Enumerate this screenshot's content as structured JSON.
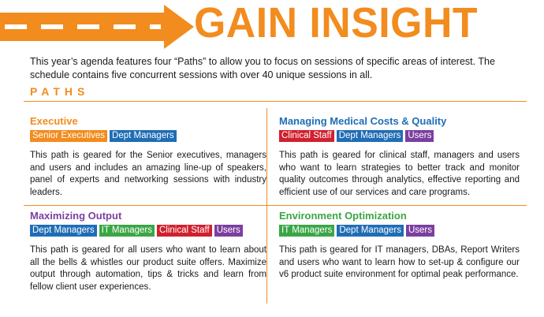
{
  "header": {
    "title": "GAIN INSIGHT",
    "arrow_color": "#f28c1e"
  },
  "intro": "This year’s agenda features four “Paths” to allow you to focus on sessions of specific areas of interest. The schedule contains five concurrent sessions with over 40 unique sessions in all.",
  "paths_label": "PATHS",
  "colors": {
    "orange": "#f28c1e",
    "blue": "#1f6db5",
    "red": "#d0202e",
    "purple": "#7b3fa0",
    "green": "#3aa645"
  },
  "paths": [
    {
      "title": "Executive",
      "title_color": "#f28c1e",
      "tags": [
        {
          "label": "Senior Executives",
          "color": "#f28c1e"
        },
        {
          "label": "Dept Managers",
          "color": "#1f6db5"
        }
      ],
      "description": "This path is geared for the Senior executives, managers and users and includes an amazing line-up of speakers, panel of experts and networking sessions with industry leaders."
    },
    {
      "title": "Managing Medical Costs & Quality",
      "title_color": "#1f6db5",
      "tags": [
        {
          "label": "Clinical Staff",
          "color": "#d0202e"
        },
        {
          "label": "Dept Managers",
          "color": "#1f6db5"
        },
        {
          "label": "Users",
          "color": "#7b3fa0"
        }
      ],
      "description": "This path is geared for clinical staff, managers and users who want to learn strategies to better track and monitor quality outcomes through analytics, effective reporting and efficient use of our services and care programs."
    },
    {
      "title": "Maximizing Output",
      "title_color": "#7b3fa0",
      "tags": [
        {
          "label": "Dept Managers",
          "color": "#1f6db5"
        },
        {
          "label": "IT Managers",
          "color": "#3aa645"
        },
        {
          "label": "Clinical Staff",
          "color": "#d0202e"
        },
        {
          "label": "Users",
          "color": "#7b3fa0"
        }
      ],
      "description": "This path is geared for all users who want to learn about all the bells & whistles our product suite offers. Maximize output through automation, tips & tricks and learn from fellow client user experiences."
    },
    {
      "title": "Environment Optimization",
      "title_color": "#3aa645",
      "tags": [
        {
          "label": "IT Managers",
          "color": "#3aa645"
        },
        {
          "label": "Dept Managers",
          "color": "#1f6db5"
        },
        {
          "label": "Users",
          "color": "#7b3fa0"
        }
      ],
      "description": "This path is geared for IT managers, DBAs, Report Writers and users who want to learn how to set-up & configure our v6 product suite environment for optimal peak performance."
    }
  ]
}
